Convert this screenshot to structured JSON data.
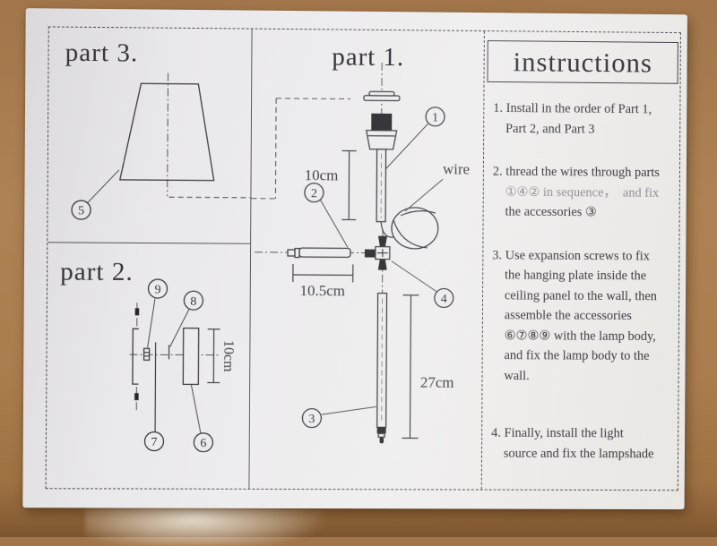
{
  "photo": {
    "cardboard_color": "#aa7d4f",
    "paper_color": "#ecebed",
    "ink_color": "#3a3a40"
  },
  "part3": {
    "title": "part 3.",
    "callout_5": "5"
  },
  "part2": {
    "title": "part 2.",
    "dim_height": "10cm",
    "callout_6": "6",
    "callout_7": "7",
    "callout_8": "8",
    "callout_9": "9"
  },
  "part1": {
    "title": "part 1.",
    "wire_label": "wire",
    "dim_upper": "10cm",
    "dim_cross": "10.5cm",
    "dim_lower": "27cm",
    "callout_1": "1",
    "callout_2": "2",
    "callout_3": "3",
    "callout_4": "4"
  },
  "instructions": {
    "title": "instructions",
    "steps": [
      {
        "lines": [
          "1. Install in the order of Part 1,",
          "Part 2, and Part 3"
        ]
      },
      {
        "lines": [
          "2. thread the wires through parts",
          "①④② in sequence，  and fix",
          "the accessories ③"
        ]
      },
      {
        "lines": [
          "3. Use expansion screws to fix",
          "the hanging plate inside the",
          "ceiling panel to the wall, then",
          "assemble the accessories",
          "⑥⑦⑧⑨ with the lamp body,",
          "and fix the lamp body to the",
          "wall."
        ]
      },
      {
        "lines": [
          "4. Finally, install the light",
          "source and fix the lampshade"
        ]
      }
    ]
  }
}
